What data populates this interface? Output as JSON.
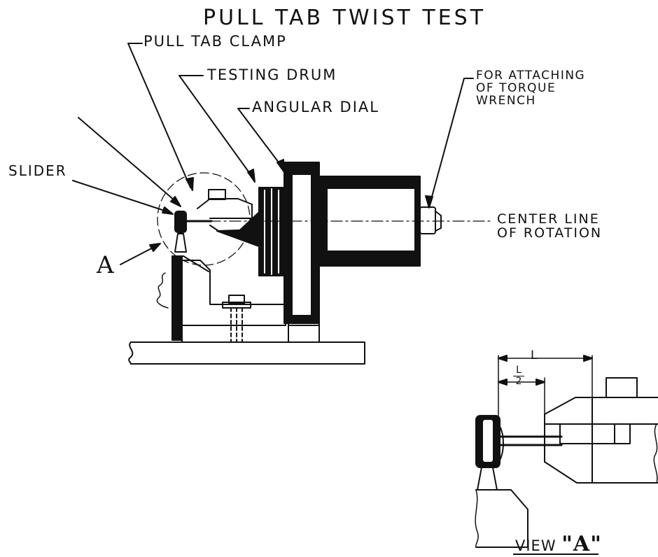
{
  "diagram": {
    "title": "PULL TAB TWIST TEST",
    "labels": {
      "pull_tab_clamp": "PULL TAB CLAMP",
      "testing_drum": "TESTING DRUM",
      "angular_dial": "ANGULAR DIAL",
      "torque_wrench": [
        "FOR ATTACHING",
        "OF TORQUE",
        "WRENCH"
      ],
      "slider": "SLIDER",
      "center_line": [
        "CENTER LINE",
        "OF ROTATION"
      ],
      "detail_marker": "A"
    },
    "view_a": {
      "caption": "VIEW",
      "letter": "\"A\"",
      "dim_full": "L",
      "dim_half_num": "L",
      "dim_half_den": "2"
    },
    "colors": {
      "ink": "#111111",
      "background": "#ffffff"
    }
  }
}
